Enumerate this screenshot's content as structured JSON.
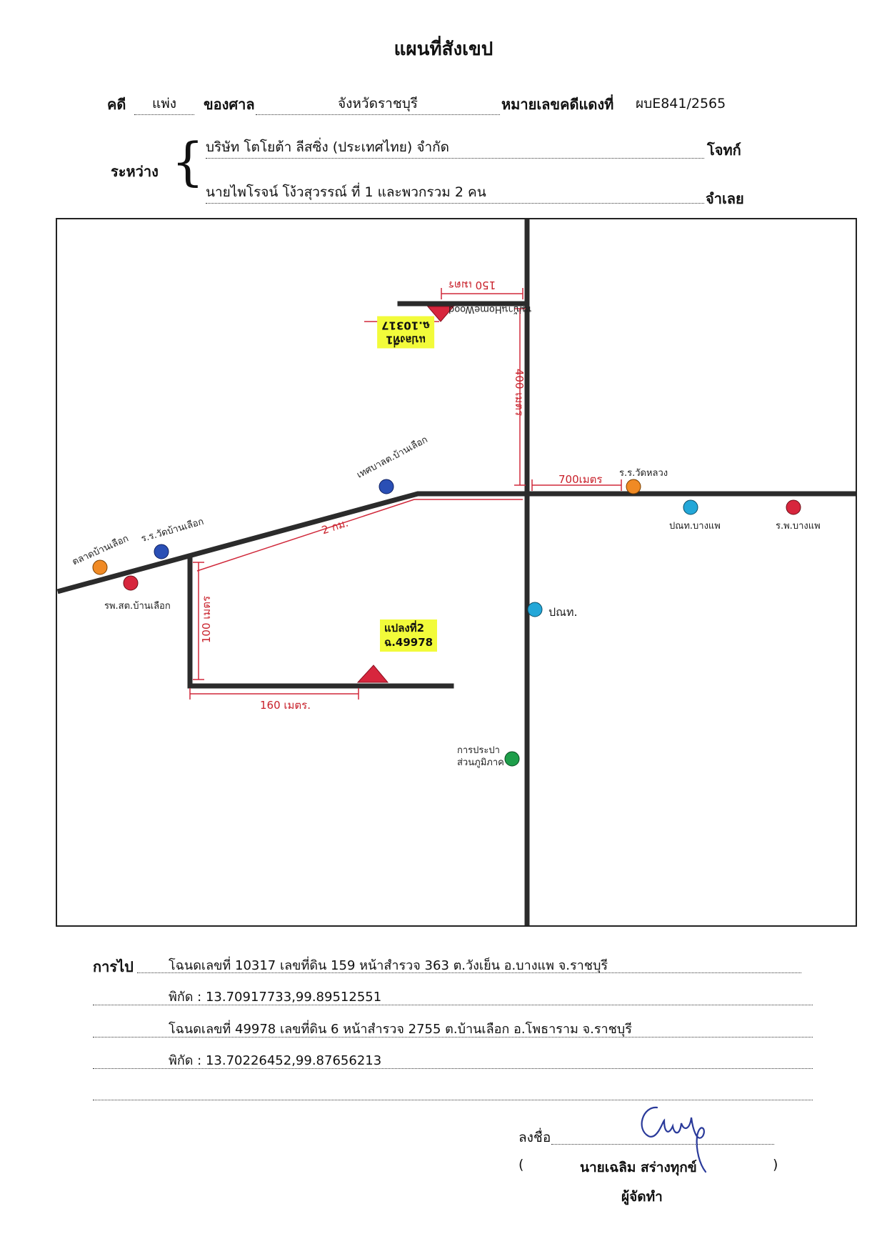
{
  "header": {
    "title": "แผนที่สังเขป",
    "case_label": "คดี",
    "case_type": "แพ่ง",
    "court_label": "ของศาล",
    "court_name": "จังหวัดราชบุรี",
    "red_case_label": "หมายเลขคดีแดงที่",
    "red_case_no": "ผบE841/2565",
    "between_label": "ระหว่าง",
    "plaintiff_name": "บริษัท โตโยต้า ลีสซิ่ง (ประเทศไทย) จำกัด",
    "plaintiff_role": "โจทก์",
    "defendant_name": "นายไพโรจน์  โง้วสุวรรณ์  ที่ 1 และพวกรวม 2 คน",
    "defendant_role": "จำเลย"
  },
  "map": {
    "distances": {
      "d150": "150 เมตร",
      "d400": "400 เมตร",
      "d700": "700เมตร",
      "d2km": "2 กม.",
      "d100": "100 เมตร",
      "d160": "160 เมตร."
    },
    "parcel1": {
      "line1": "แปลงที่1",
      "line2": "ฉ.10317"
    },
    "parcel2": {
      "line1": "แปลงที่2",
      "line2": "ฉ.49978"
    },
    "landmarks": {
      "housing": "หมู่บ้านHomeWood",
      "school_wanglang": "ร.ร.วัดหลวง",
      "post_office_bangphae": "ปณท.บางแพ",
      "hospital_bangphae": "ร.พ.บางแพ",
      "municipality_banluek": "เทศบาลต.บ้านเลือก",
      "temple_school": "ร.ร.วัดบ้านเลือก",
      "market_banluek": "ตลาดบ้านเลือก",
      "health_station": "รพ.สต.บ้านเลือก",
      "post_office": "ปณท.",
      "waterworks": "การประปา ส่วนภูมิภาค"
    },
    "colors": {
      "road": "#2b2b2b",
      "dimension": "#d0283a",
      "marker_red": "#d7263d",
      "marker_blue": "#2a4fb5",
      "marker_orange": "#f08a24",
      "marker_cyan": "#23a7d8",
      "marker_green": "#1e9e4a",
      "highlight": "#f2fb3a"
    }
  },
  "route": {
    "label": "การไป",
    "lines": [
      "โฉนดเลขที่ 10317 เลขที่ดิน 159 หน้าสำรวจ 363 ต.วังเย็น อ.บางแพ จ.ราชบุรี",
      "พิกัด : 13.70917733,99.89512551",
      "โฉนดเลขที่ 49978 เลขที่ดิน 6 หน้าสำรวจ 2755 ต.บ้านเลือก อ.โพธาราม จ.ราชบุรี",
      "พิกัด : 13.70226452,99.87656213",
      ""
    ]
  },
  "signature": {
    "sign_label": "ลงชื่อ",
    "open_paren": "(",
    "name": "นายเฉลิม  สร่างทุกข์",
    "close_paren": ")",
    "role": "ผู้จัดทำ"
  }
}
